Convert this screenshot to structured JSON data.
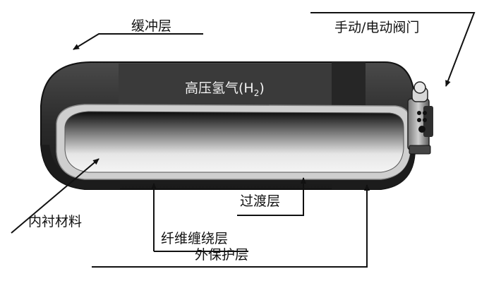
{
  "labels": {
    "buffer_layer": "缓冲层",
    "valve": "手动/电动阀门",
    "gas": "高压氢气(H",
    "gas_sub": "2",
    "gas_close": ")",
    "transition_layer": "过渡层",
    "liner": "内衬材料",
    "fiber_layer": "纤维缠绕层",
    "outer_layer": "外保护层"
  },
  "colors": {
    "dark_shell": "#2e2e2e",
    "inner_liner": "#dcdcdc",
    "fiber_band": "#bdbdbd",
    "line": "#111111"
  }
}
